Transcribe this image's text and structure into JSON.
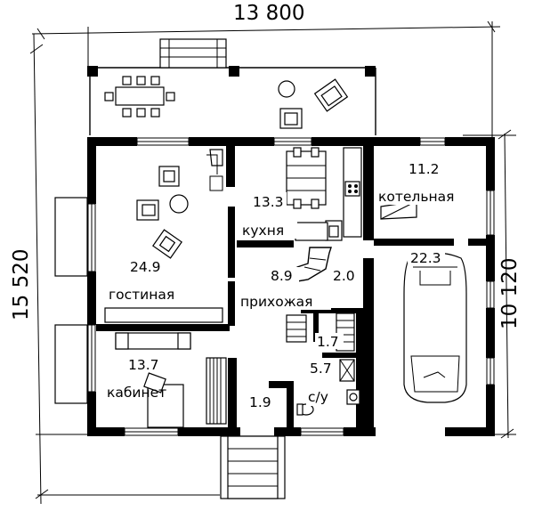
{
  "dimensions": {
    "top": "13 800",
    "left": "15 520",
    "right": "10 120"
  },
  "rooms": {
    "living_area": "24.9",
    "living_name": "гостиная",
    "kitchen_area": "13.3",
    "kitchen_name": "кухня",
    "boiler_area": "11.2",
    "boiler_name": "котельная",
    "garage_area": "22.3",
    "hall_area": "8.9",
    "hall_name": "прихожая",
    "stair_area": "2.0",
    "office_area": "13.7",
    "office_name": "кабинет",
    "closet_area": "1.7",
    "bath_area": "5.7",
    "bath_name": "с/у",
    "vestibule_area": "1.9"
  }
}
